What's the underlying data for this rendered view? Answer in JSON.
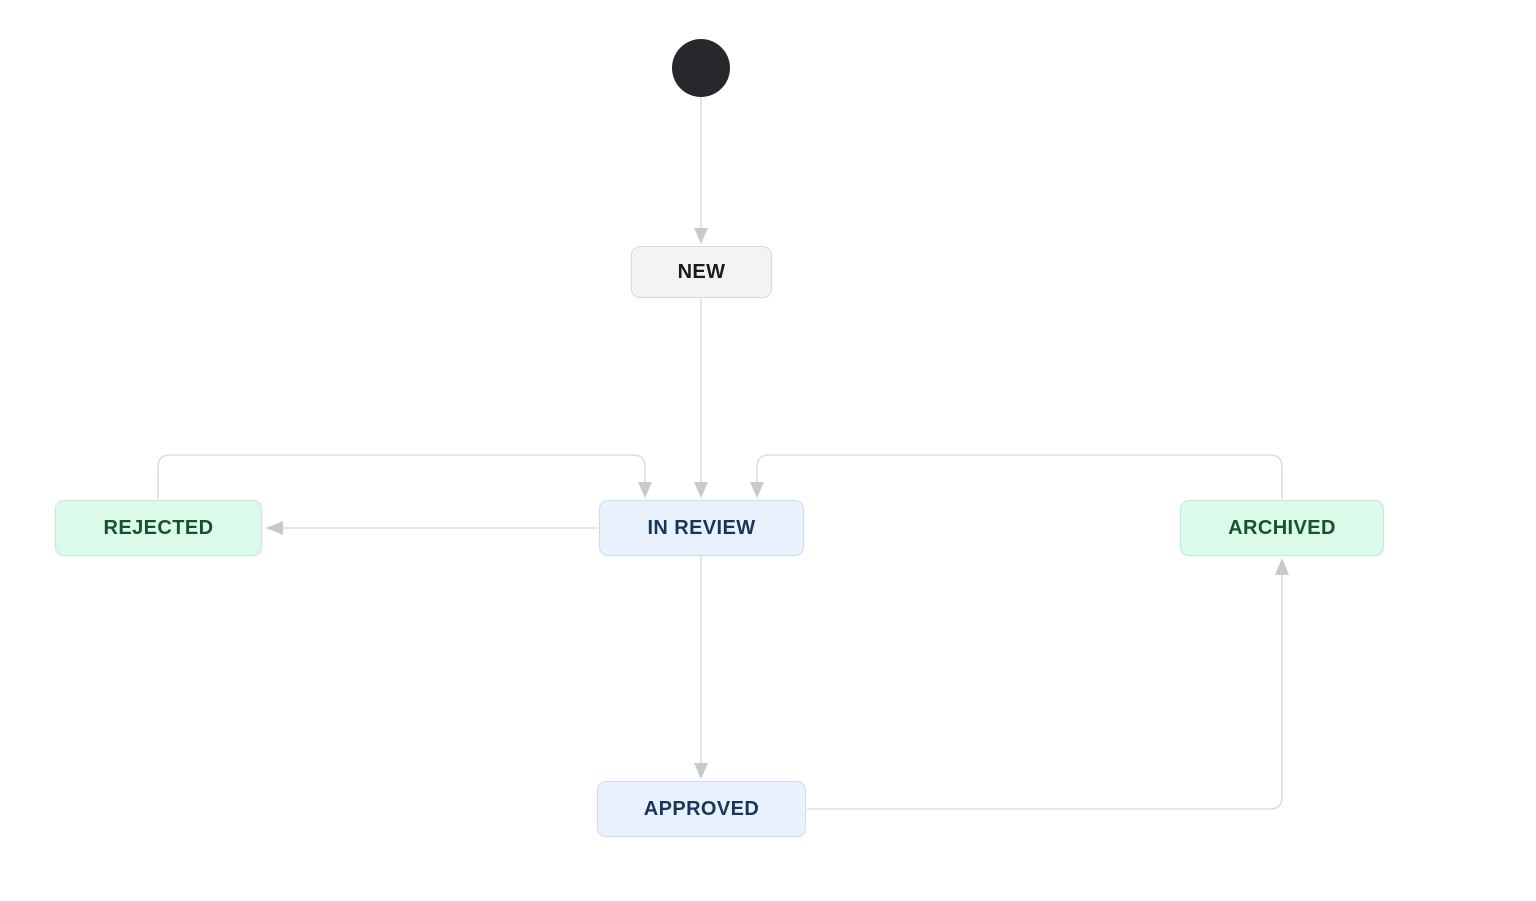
{
  "diagram": {
    "colors": {
      "background": "#ffffff",
      "edge_line": "#dcdee2",
      "edge_arrow": "#c7cacd",
      "start_node": "#26282c"
    },
    "nodes": [
      {
        "id": "new",
        "label": "NEW",
        "bg": "#f2f3f4",
        "border": "#d8dadd",
        "text": "#191b1e"
      },
      {
        "id": "in_review",
        "label": "IN REVIEW",
        "bg": "#e8f1fc",
        "border": "#cddcee",
        "text": "#17365d"
      },
      {
        "id": "rejected",
        "label": "REJECTED",
        "bg": "#dcfaea",
        "border": "#c6ead7",
        "text": "#14532d"
      },
      {
        "id": "archived",
        "label": "ARCHIVED",
        "bg": "#dcfaea",
        "border": "#c6ead7",
        "text": "#14532d"
      },
      {
        "id": "approved",
        "label": "APPROVED",
        "bg": "#e8f1fc",
        "border": "#cddcee",
        "text": "#17365d"
      }
    ],
    "transitions": [
      {
        "from": "start",
        "to": "new"
      },
      {
        "from": "new",
        "to": "in_review"
      },
      {
        "from": "in_review",
        "to": "rejected"
      },
      {
        "from": "rejected",
        "to": "in_review"
      },
      {
        "from": "archived",
        "to": "in_review"
      },
      {
        "from": "in_review",
        "to": "approved"
      },
      {
        "from": "approved",
        "to": "archived"
      }
    ]
  }
}
